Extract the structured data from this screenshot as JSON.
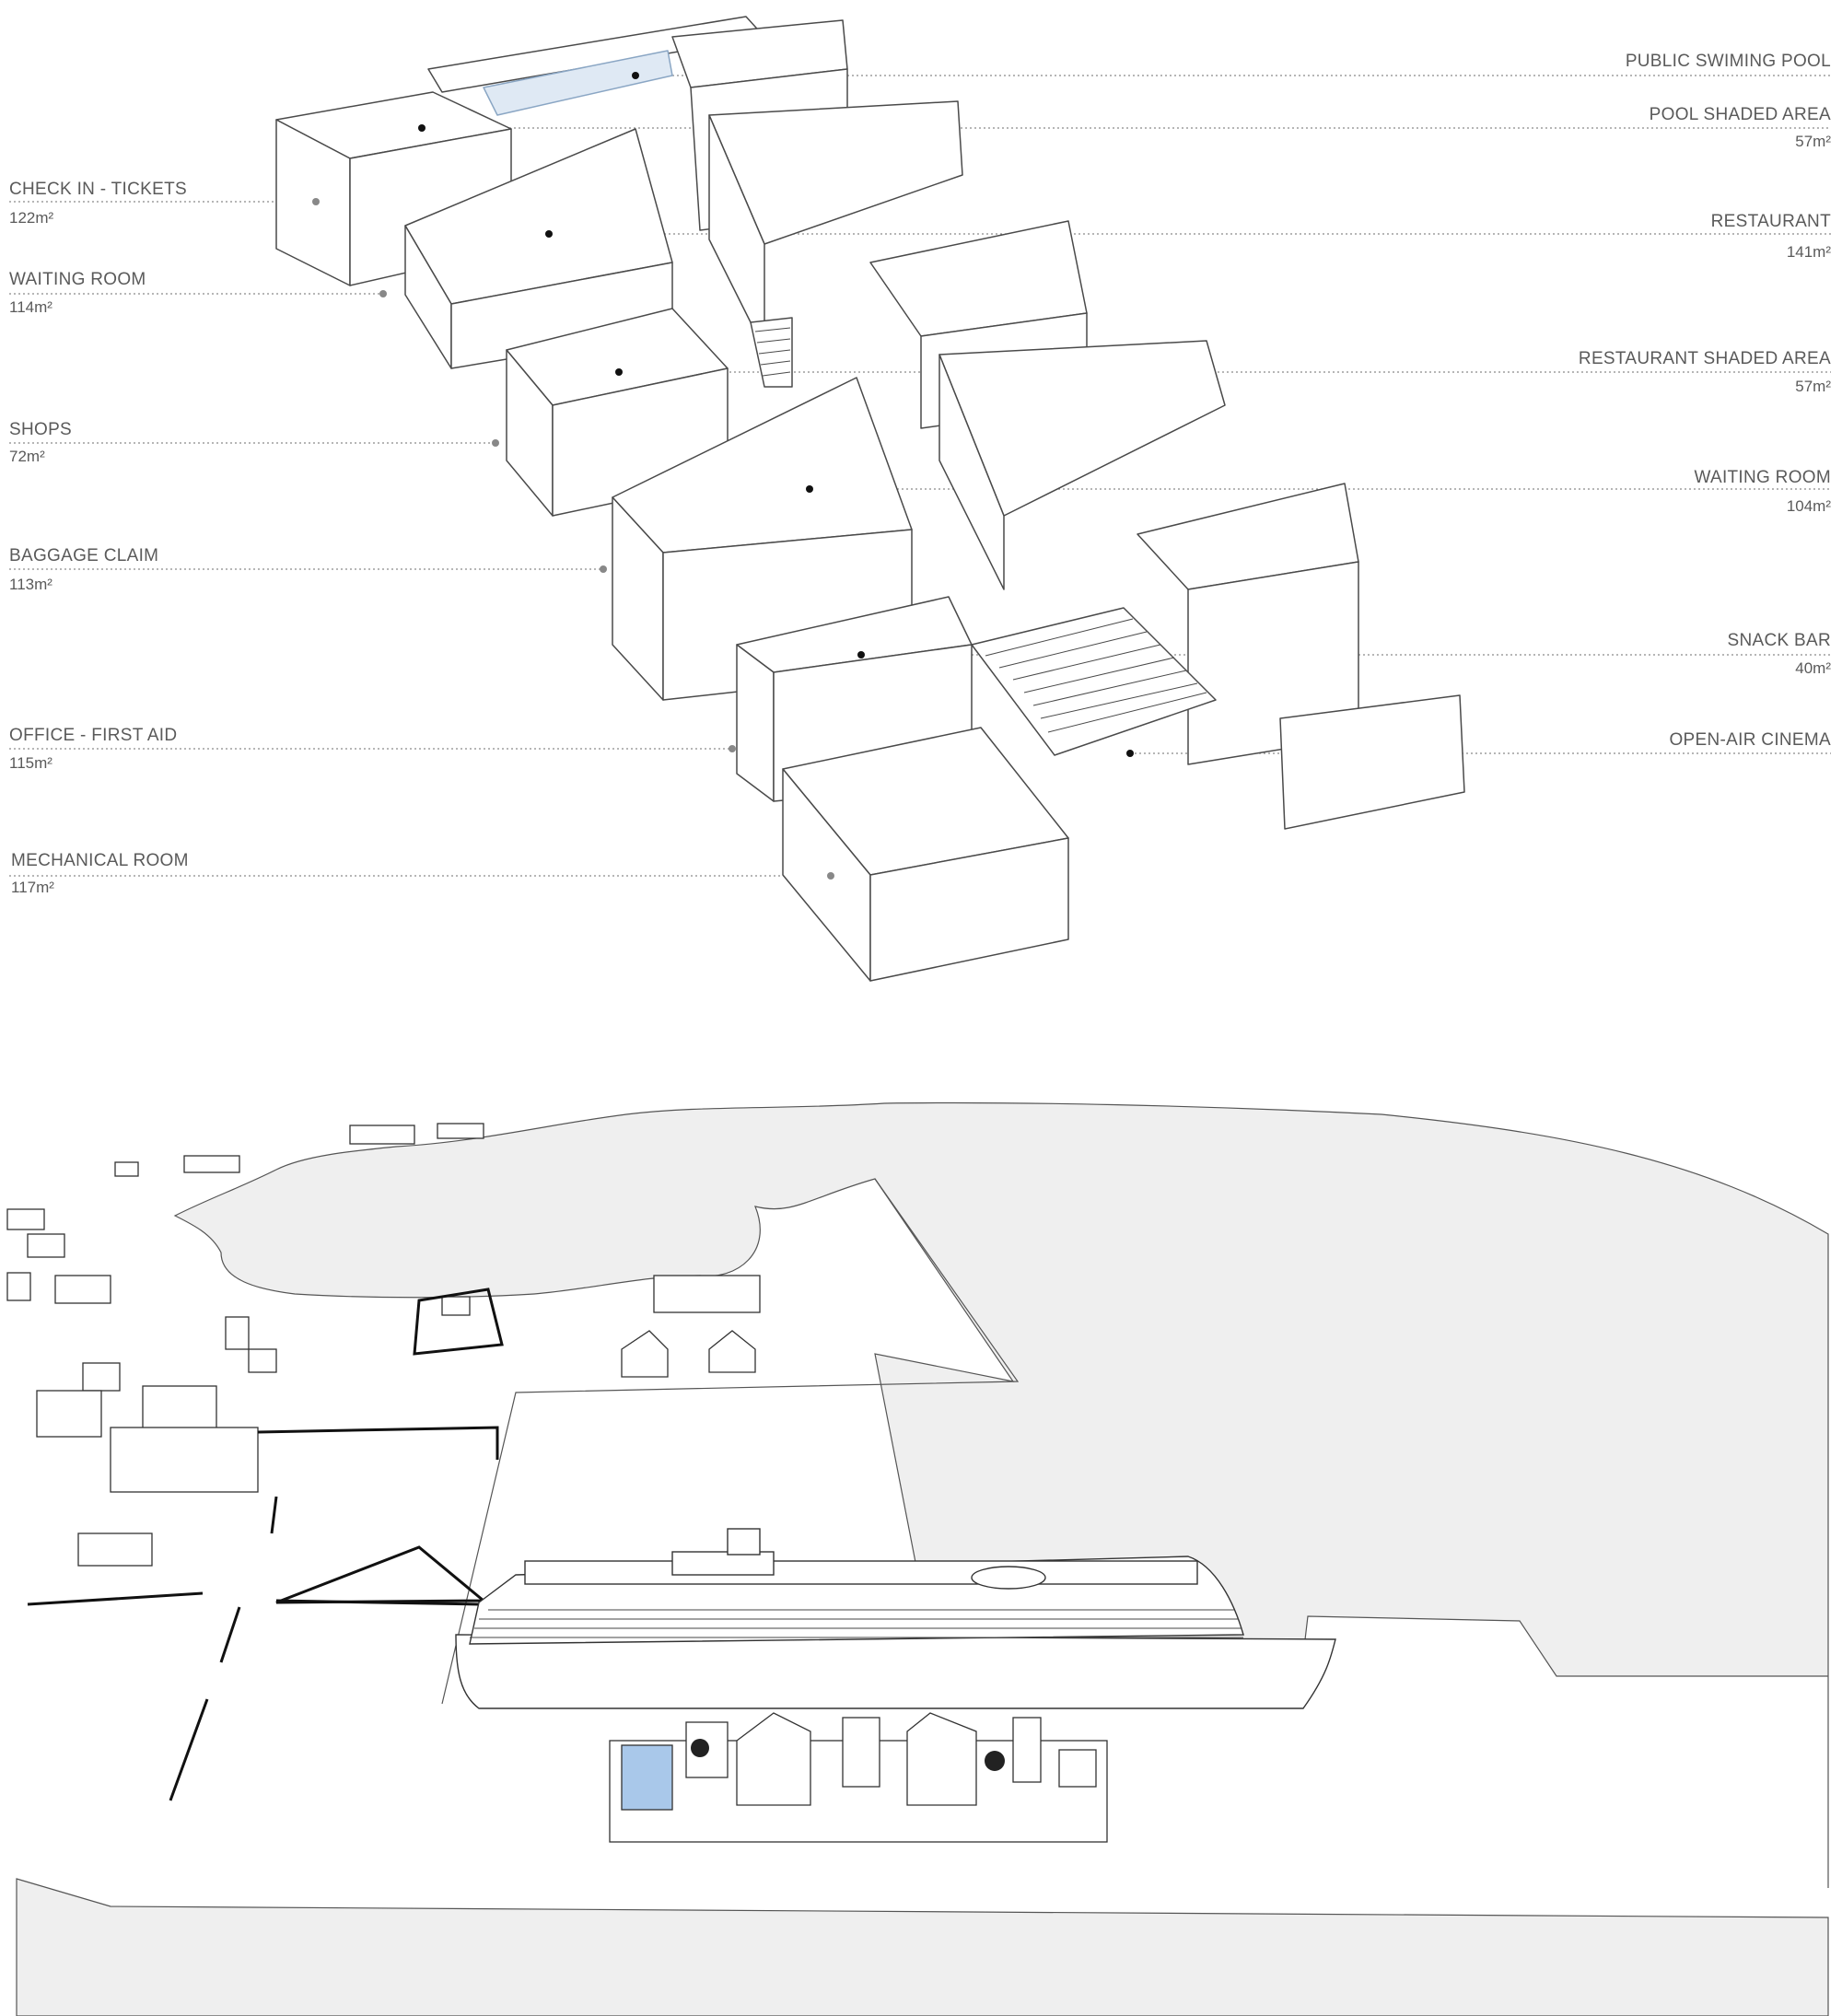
{
  "left_labels": [
    {
      "name": "CHECK IN - TICKETS",
      "area": "122m²"
    },
    {
      "name": "WAITING ROOM",
      "area": "114m²"
    },
    {
      "name": "SHOPS",
      "area": "72m²"
    },
    {
      "name": "BAGGAGE CLAIM",
      "area": "113m²"
    },
    {
      "name": "OFFICE - FIRST AID",
      "area": "115m²"
    },
    {
      "name": "MECHANICAL ROOM",
      "area": "117m²"
    }
  ],
  "right_labels": [
    {
      "name": "PUBLIC SWIMING POOL",
      "area": ""
    },
    {
      "name": "POOL SHADED AREA",
      "area": "57m²"
    },
    {
      "name": "RESTAURANT",
      "area": "141m²"
    },
    {
      "name": "RESTAURANT SHADED AREA",
      "area": "57m²"
    },
    {
      "name": "WAITING ROOM",
      "area": "104m²"
    },
    {
      "name": "SNACK BAR",
      "area": "40m²"
    },
    {
      "name": "OPEN-AIR CINEMA",
      "area": ""
    }
  ],
  "colors": {
    "line": "#4a4a4a",
    "leader": "#8a8a8a",
    "water": "#efefef",
    "pool": "#a9c8ea",
    "dot_dark": "#111111",
    "dot_grey": "#888888"
  }
}
